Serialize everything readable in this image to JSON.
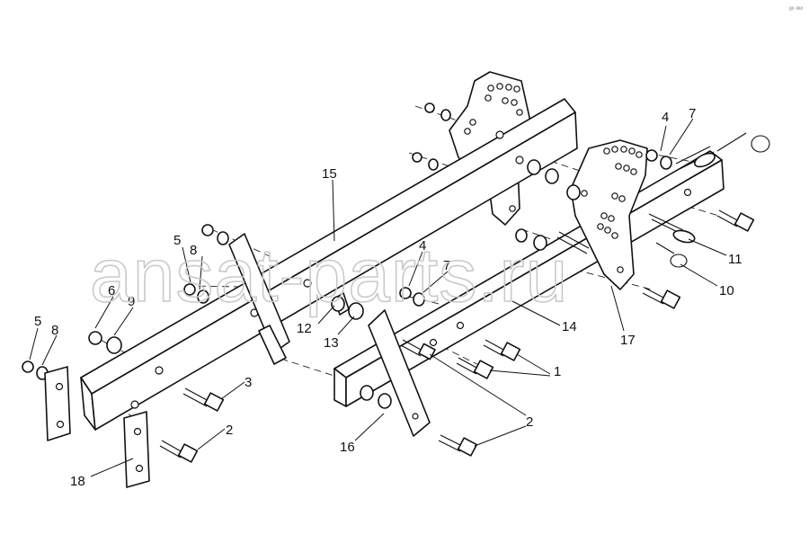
{
  "watermark": "ansat-parts.ru",
  "corner_mark": "ᵍᵃ ᵃᵃᵃ",
  "callouts": [
    {
      "id": "l15",
      "text": "15"
    },
    {
      "id": "l4a",
      "text": "4"
    },
    {
      "id": "l7a",
      "text": "7"
    },
    {
      "id": "l5a",
      "text": "5"
    },
    {
      "id": "l8a",
      "text": "8"
    },
    {
      "id": "l6",
      "text": "6"
    },
    {
      "id": "l9",
      "text": "9"
    },
    {
      "id": "l5b",
      "text": "5"
    },
    {
      "id": "l8b",
      "text": "8"
    },
    {
      "id": "l4b",
      "text": "4"
    },
    {
      "id": "l7b",
      "text": "7"
    },
    {
      "id": "l12",
      "text": "12"
    },
    {
      "id": "l13",
      "text": "13"
    },
    {
      "id": "l14",
      "text": "14"
    },
    {
      "id": "l17",
      "text": "17"
    },
    {
      "id": "l11",
      "text": "11"
    },
    {
      "id": "l10",
      "text": "10"
    },
    {
      "id": "l1",
      "text": "1"
    },
    {
      "id": "l3",
      "text": "3"
    },
    {
      "id": "l2a",
      "text": "2"
    },
    {
      "id": "l2b",
      "text": "2"
    },
    {
      "id": "l16",
      "text": "16"
    },
    {
      "id": "l18",
      "text": "18"
    }
  ]
}
